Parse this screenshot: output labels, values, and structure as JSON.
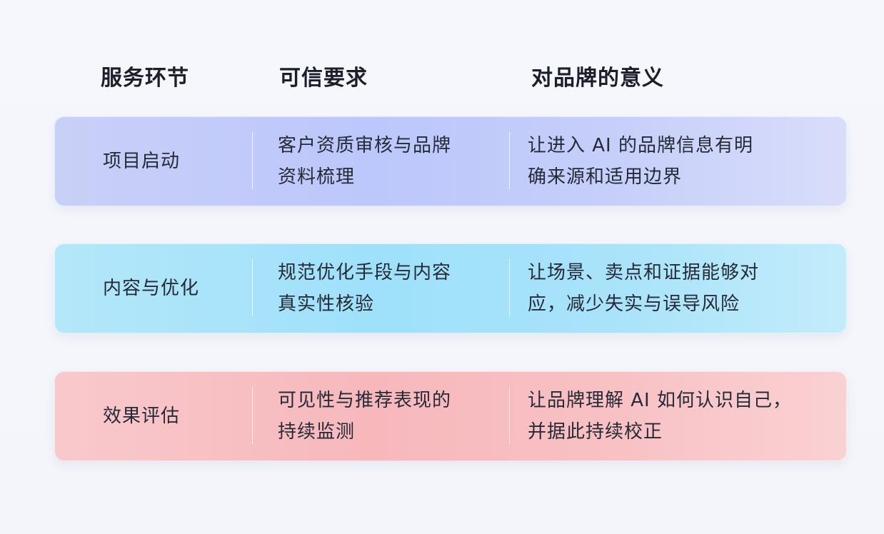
{
  "header": {
    "col1": "服务环节",
    "col2": "可信要求",
    "col3": "对品牌的意义"
  },
  "rows": [
    {
      "stage": "项目启动",
      "requirement": [
        "客户资质审核与品牌",
        "资料梳理"
      ],
      "meaning": [
        "让进入 AI 的品牌信息有明",
        "确来源和适用边界"
      ]
    },
    {
      "stage": "内容与优化",
      "requirement": [
        "规范优化手段与内容",
        "真实性核验"
      ],
      "meaning": [
        "让场景、卖点和证据能够对",
        "应，减少失实与误导风险"
      ]
    },
    {
      "stage": "效果评估",
      "requirement": [
        "可见性与推荐表现的",
        "持续监测"
      ],
      "meaning": [
        "让品牌理解 AI 如何认识自己，",
        "并据此持续校正"
      ]
    }
  ],
  "colors": {
    "row1": "#bcc7fb",
    "row2": "#9fe1fa",
    "row3": "#f7b8bc",
    "background": "#f4f6fb"
  }
}
